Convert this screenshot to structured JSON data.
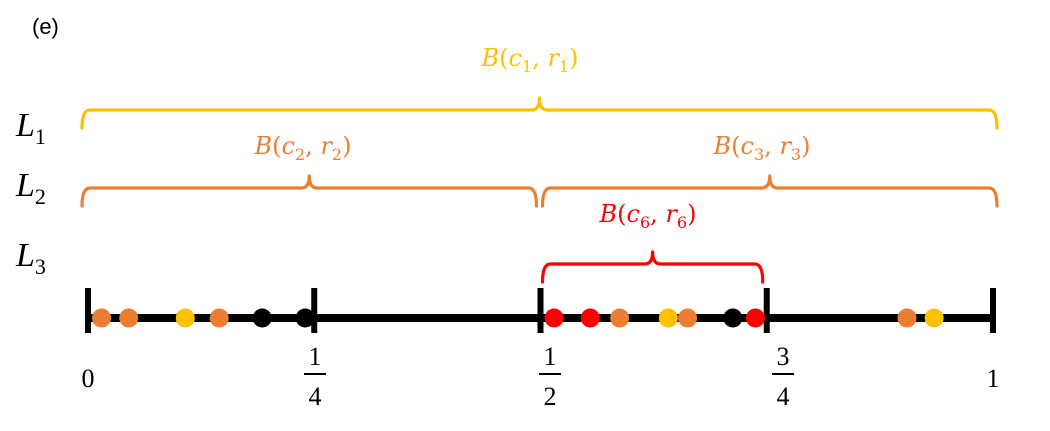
{
  "panel_label": "(e)",
  "levels": [
    {
      "script": "L",
      "sub": "1"
    },
    {
      "script": "L",
      "sub": "2"
    },
    {
      "script": "L",
      "sub": "3"
    }
  ],
  "balls": [
    {
      "id": "b1",
      "label": "B",
      "c": "c",
      "c_sub": "1",
      "r": "r",
      "r_sub": "1",
      "color": "#FFC000",
      "start": 0.0,
      "end": 1.0,
      "level": 1
    },
    {
      "id": "b2",
      "label": "B",
      "c": "c",
      "c_sub": "2",
      "r": "r",
      "r_sub": "2",
      "color": "#ED7D31",
      "start": 0.0,
      "end": 0.5,
      "level": 2
    },
    {
      "id": "b3",
      "label": "B",
      "c": "c",
      "c_sub": "3",
      "r": "r",
      "r_sub": "3",
      "color": "#ED7D31",
      "start": 0.5,
      "end": 1.0,
      "level": 2
    },
    {
      "id": "b6",
      "label": "B",
      "c": "c",
      "c_sub": "6",
      "r": "r",
      "r_sub": "6",
      "color": "#FF0000",
      "start": 0.5,
      "end": 0.75,
      "level": 3
    }
  ],
  "ticks": [
    {
      "value": 0.0,
      "label_type": "int",
      "text": "0"
    },
    {
      "value": 0.25,
      "label_type": "frac",
      "num": "1",
      "den": "4"
    },
    {
      "value": 0.5,
      "label_type": "frac",
      "num": "1",
      "den": "2"
    },
    {
      "value": 0.75,
      "label_type": "frac",
      "num": "3",
      "den": "4"
    },
    {
      "value": 1.0,
      "label_type": "int",
      "text": "1"
    }
  ],
  "points": [
    {
      "x": 0.06,
      "color": "#ED7D31"
    },
    {
      "x": 0.18,
      "color": "#ED7D31"
    },
    {
      "x": 0.43,
      "color": "#FFC000"
    },
    {
      "x": 0.58,
      "color": "#ED7D31"
    },
    {
      "x": 0.77,
      "color": "#000000"
    },
    {
      "x": 0.96,
      "color": "#000000"
    },
    {
      "x": 0.06,
      "color": "#FF0000",
      "seg": 2
    },
    {
      "x": 0.22,
      "color": "#FF0000",
      "seg": 2
    },
    {
      "x": 0.35,
      "color": "#ED7D31",
      "seg": 2
    },
    {
      "x": 0.565,
      "color": "#FFC000",
      "seg": 2
    },
    {
      "x": 0.65,
      "color": "#ED7D31",
      "seg": 2
    },
    {
      "x": 0.85,
      "color": "#000000",
      "seg": 2
    },
    {
      "x": 0.95,
      "color": "#FF0000",
      "seg": 2
    },
    {
      "x": 0.62,
      "color": "#ED7D31",
      "seg": 3
    },
    {
      "x": 0.74,
      "color": "#FFC000",
      "seg": 3
    }
  ]
}
